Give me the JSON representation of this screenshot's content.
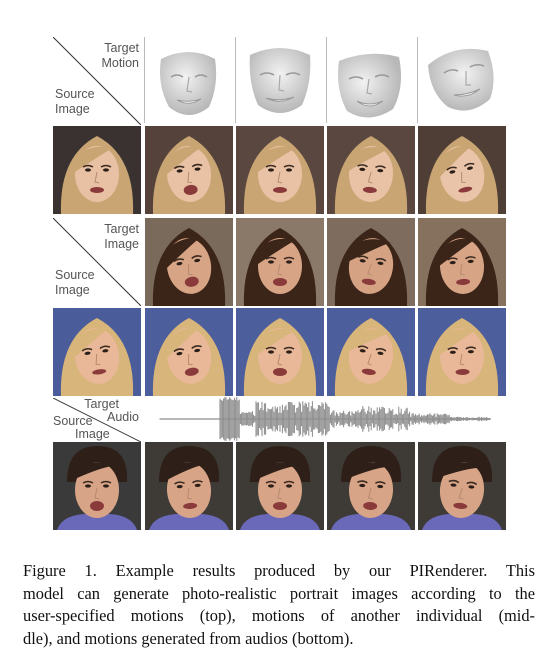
{
  "header_top": {
    "target": "Target",
    "motion": "Motion",
    "source": "Source",
    "image": "Image"
  },
  "header_mid": {
    "target": "Target",
    "image_top": "Image",
    "source": "Source",
    "image_bottom": "Image"
  },
  "header_bottom": {
    "target": "Target",
    "audio": "Audio",
    "source": "Source",
    "image": "Image"
  },
  "caption": {
    "line1": "Figure 1. Example results produced by our PIRenderer.  This",
    "line2": "model can generate photo-realistic portrait images according to the",
    "line3": "user-specified motions (top), motions of another individual (mid-",
    "line4": "dle), and motions generated from audios (bottom)."
  },
  "colors": {
    "blonde_hair": "#c9a574",
    "blonde_bg": "#3a3230",
    "brunette_hair": "#3b2418",
    "brunette_bg": "#7a6a5c",
    "blonde2_hair": "#d8b57a",
    "blonde2_bg": "#4a5c9a",
    "man_hair": "#2e2018",
    "man_shirt": "#6a68b8",
    "man_bg": "#3a3a3a",
    "waveform": "#8a8a8a",
    "mesh": "#d6d6d6"
  }
}
